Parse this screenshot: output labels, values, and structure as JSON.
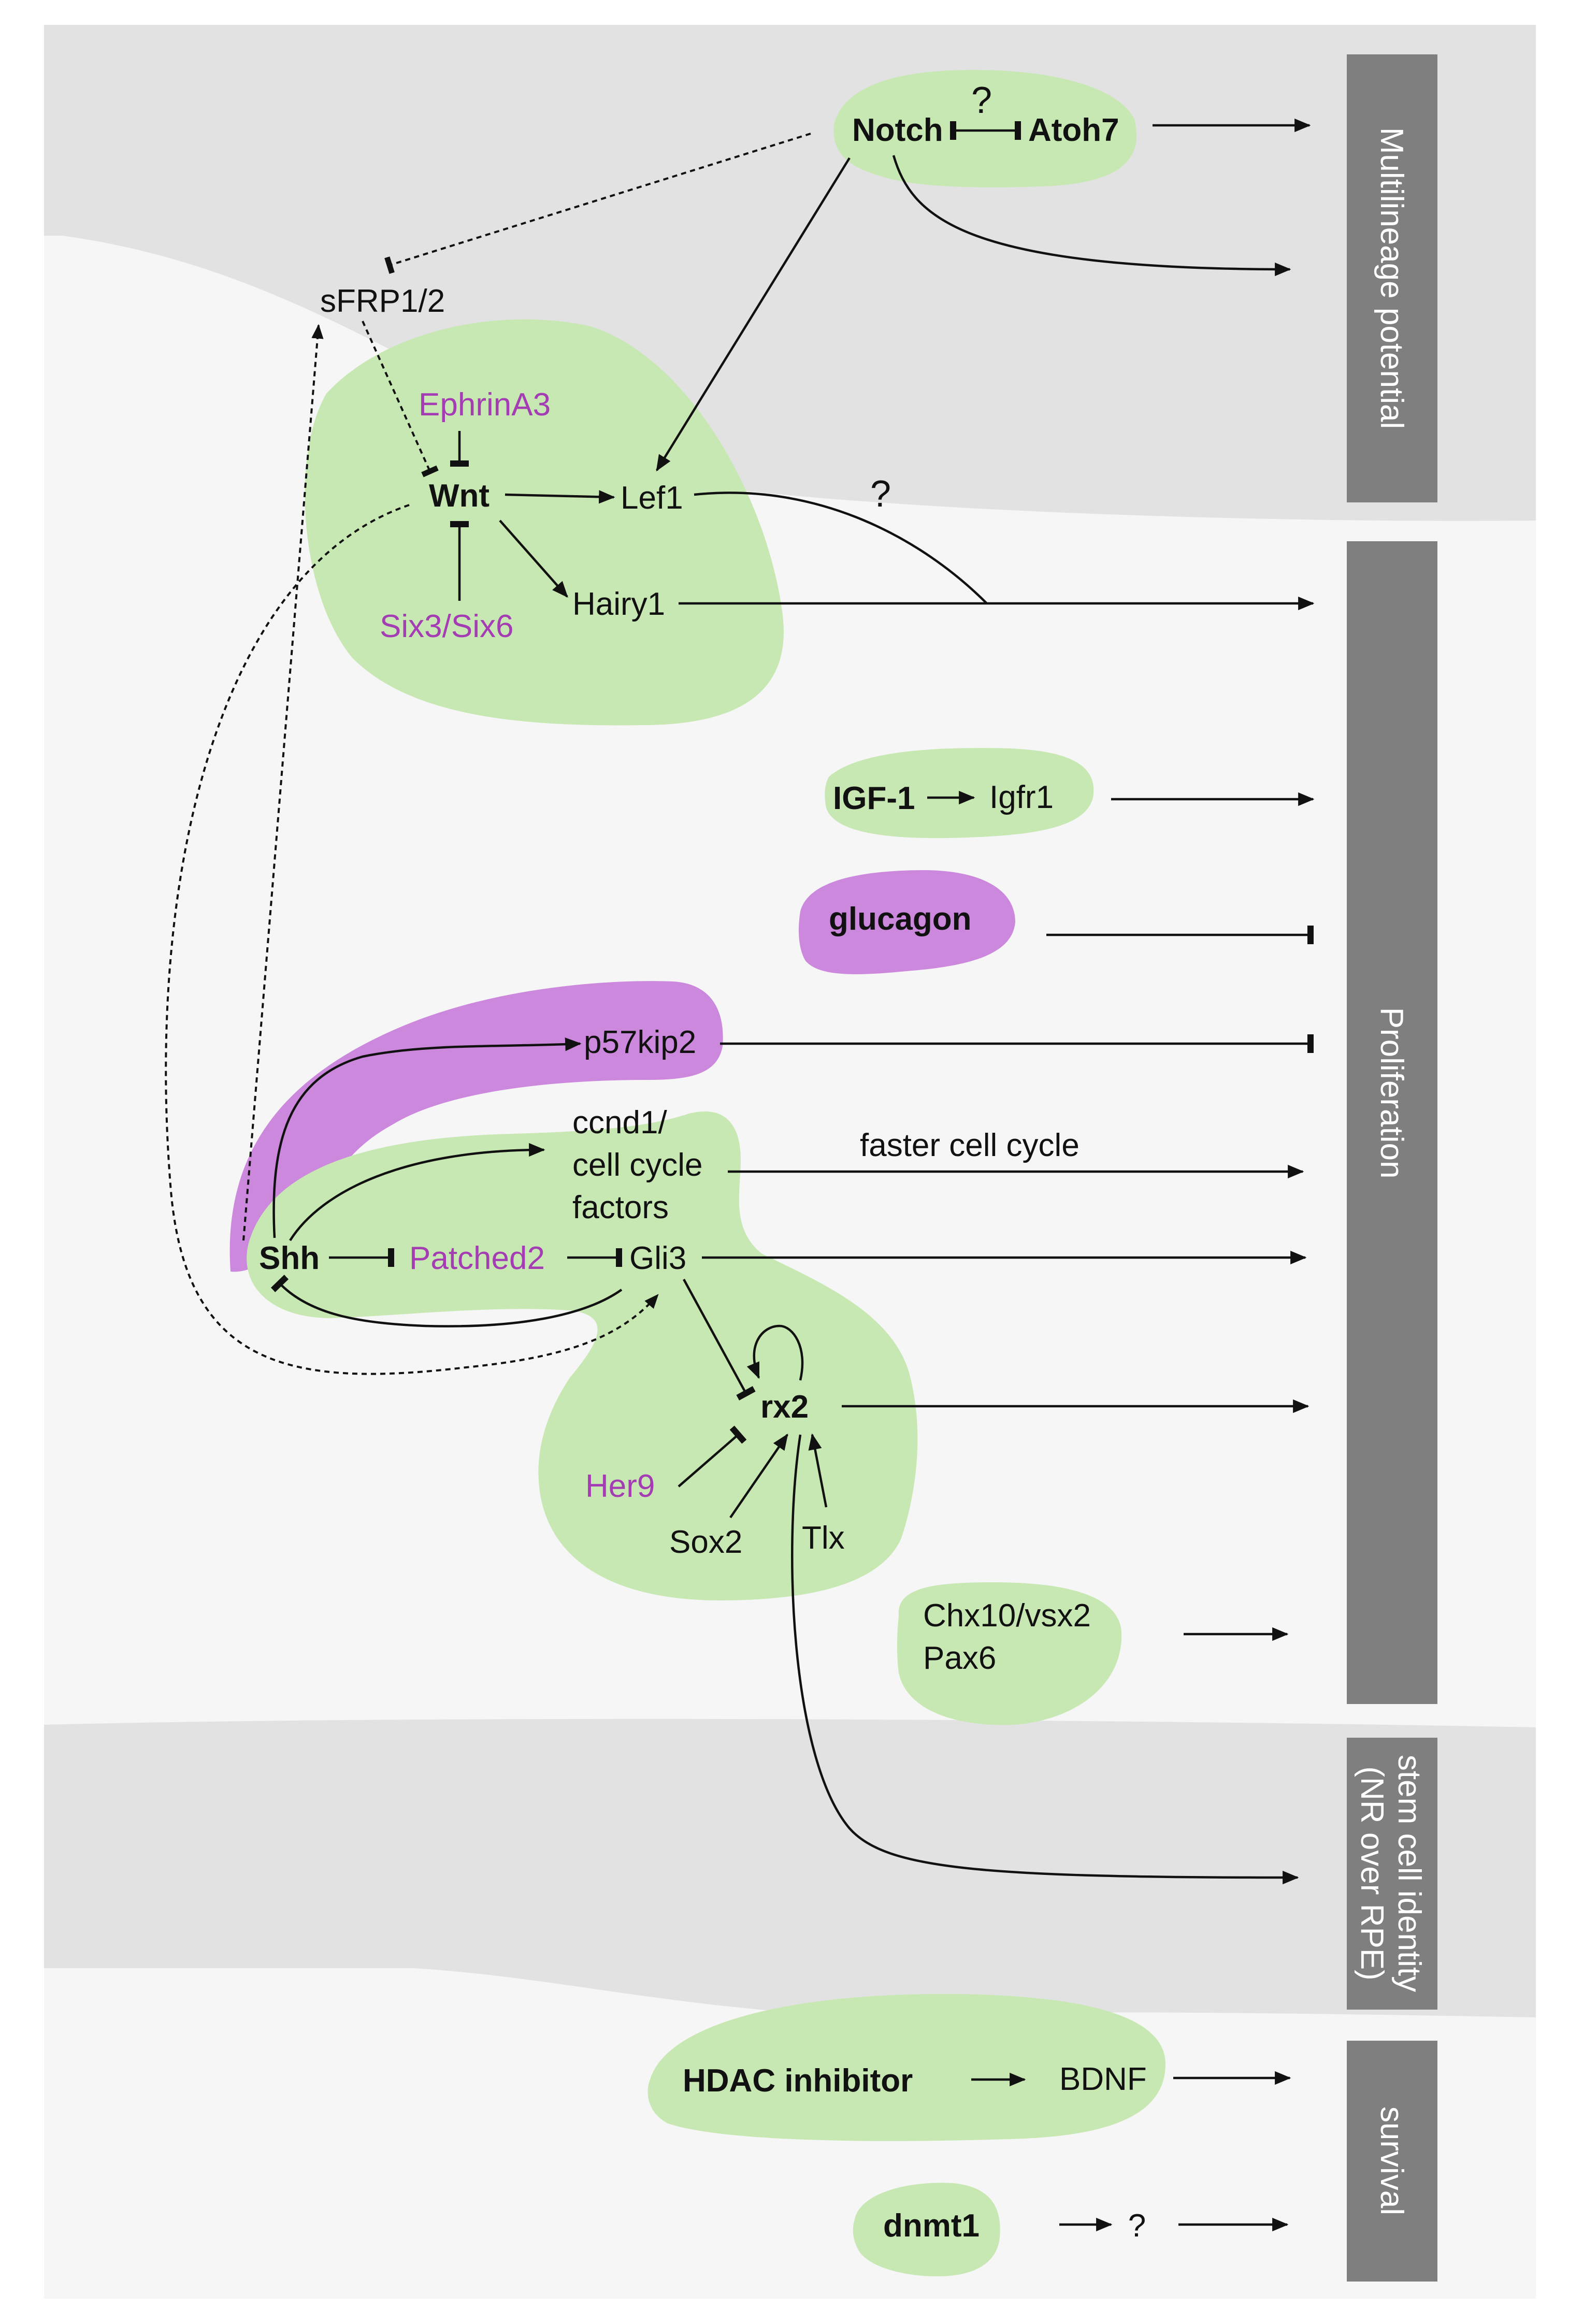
{
  "colors": {
    "band_gray": "#e2e2e2",
    "band_light": "#f6f6f6",
    "green_blob": "#c8e8b3",
    "purple_blob": "#cc88dd",
    "purple_text": "#a43cb3",
    "panel": "#7f7f7f"
  },
  "nodes": {
    "notch": "Notch",
    "notch_atoh7_q": "?",
    "atoh7": "Atoh7",
    "sfrp": "sFRP1/2",
    "ephrina3": "EphrinA3",
    "wnt": "Wnt",
    "lef1": "Lef1",
    "lef1_q": "?",
    "hairy1": "Hairy1",
    "six3six6": "Six3/Six6",
    "igf1": "IGF-1",
    "igfr1": "Igfr1",
    "glucagon": "glucagon",
    "p57kip2": "p57kip2",
    "ccnd1_line1": "ccnd1/",
    "ccnd1_line2": "cell cycle",
    "ccnd1_line3": "factors",
    "faster_cycle": "faster cell cycle",
    "shh": "Shh",
    "patched2": "Patched2",
    "gli3": "Gli3",
    "rx2": "rx2",
    "her9": "Her9",
    "sox2": "Sox2",
    "tlx": "Tlx",
    "chx10": "Chx10/vsx2",
    "pax6": "Pax6",
    "hdac": "HDAC inhibitor",
    "bdnf": "BDNF",
    "dnmt1": "dnmt1",
    "dnmt1_q": "?"
  },
  "panels": {
    "multilineage": "Multilineage potential",
    "proliferation": "Proliferation",
    "stem_line1": "stem cell identity",
    "stem_line2": "(NR over RPE)",
    "survival": "survival"
  }
}
